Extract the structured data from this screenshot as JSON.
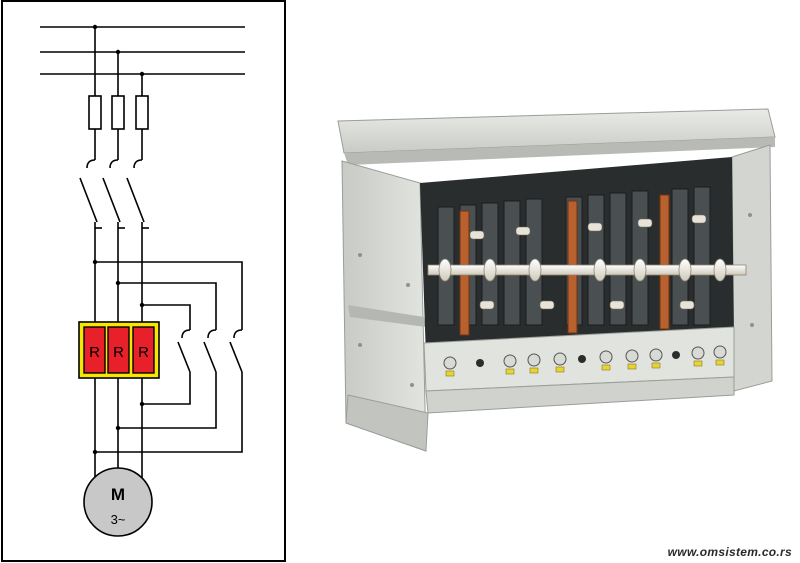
{
  "schematic": {
    "resistor_labels": [
      "R",
      "R",
      "R"
    ],
    "motor_label": "M",
    "motor_phase": "3~",
    "colors": {
      "line": "#000000",
      "resistor_fill": "#e8202a",
      "resistor_frame": "#f6e600",
      "motor_fill": "#c8c8c8"
    }
  },
  "photo": {
    "subject": "resistor-bank-cabinet",
    "colors": {
      "enclosure": "#dfe2dc",
      "interior": "#2a2d2e",
      "bus_bar": "#b8602e",
      "insulator": "#f2efe6"
    }
  },
  "watermark": {
    "text": "www.omsistem.co.rs"
  }
}
